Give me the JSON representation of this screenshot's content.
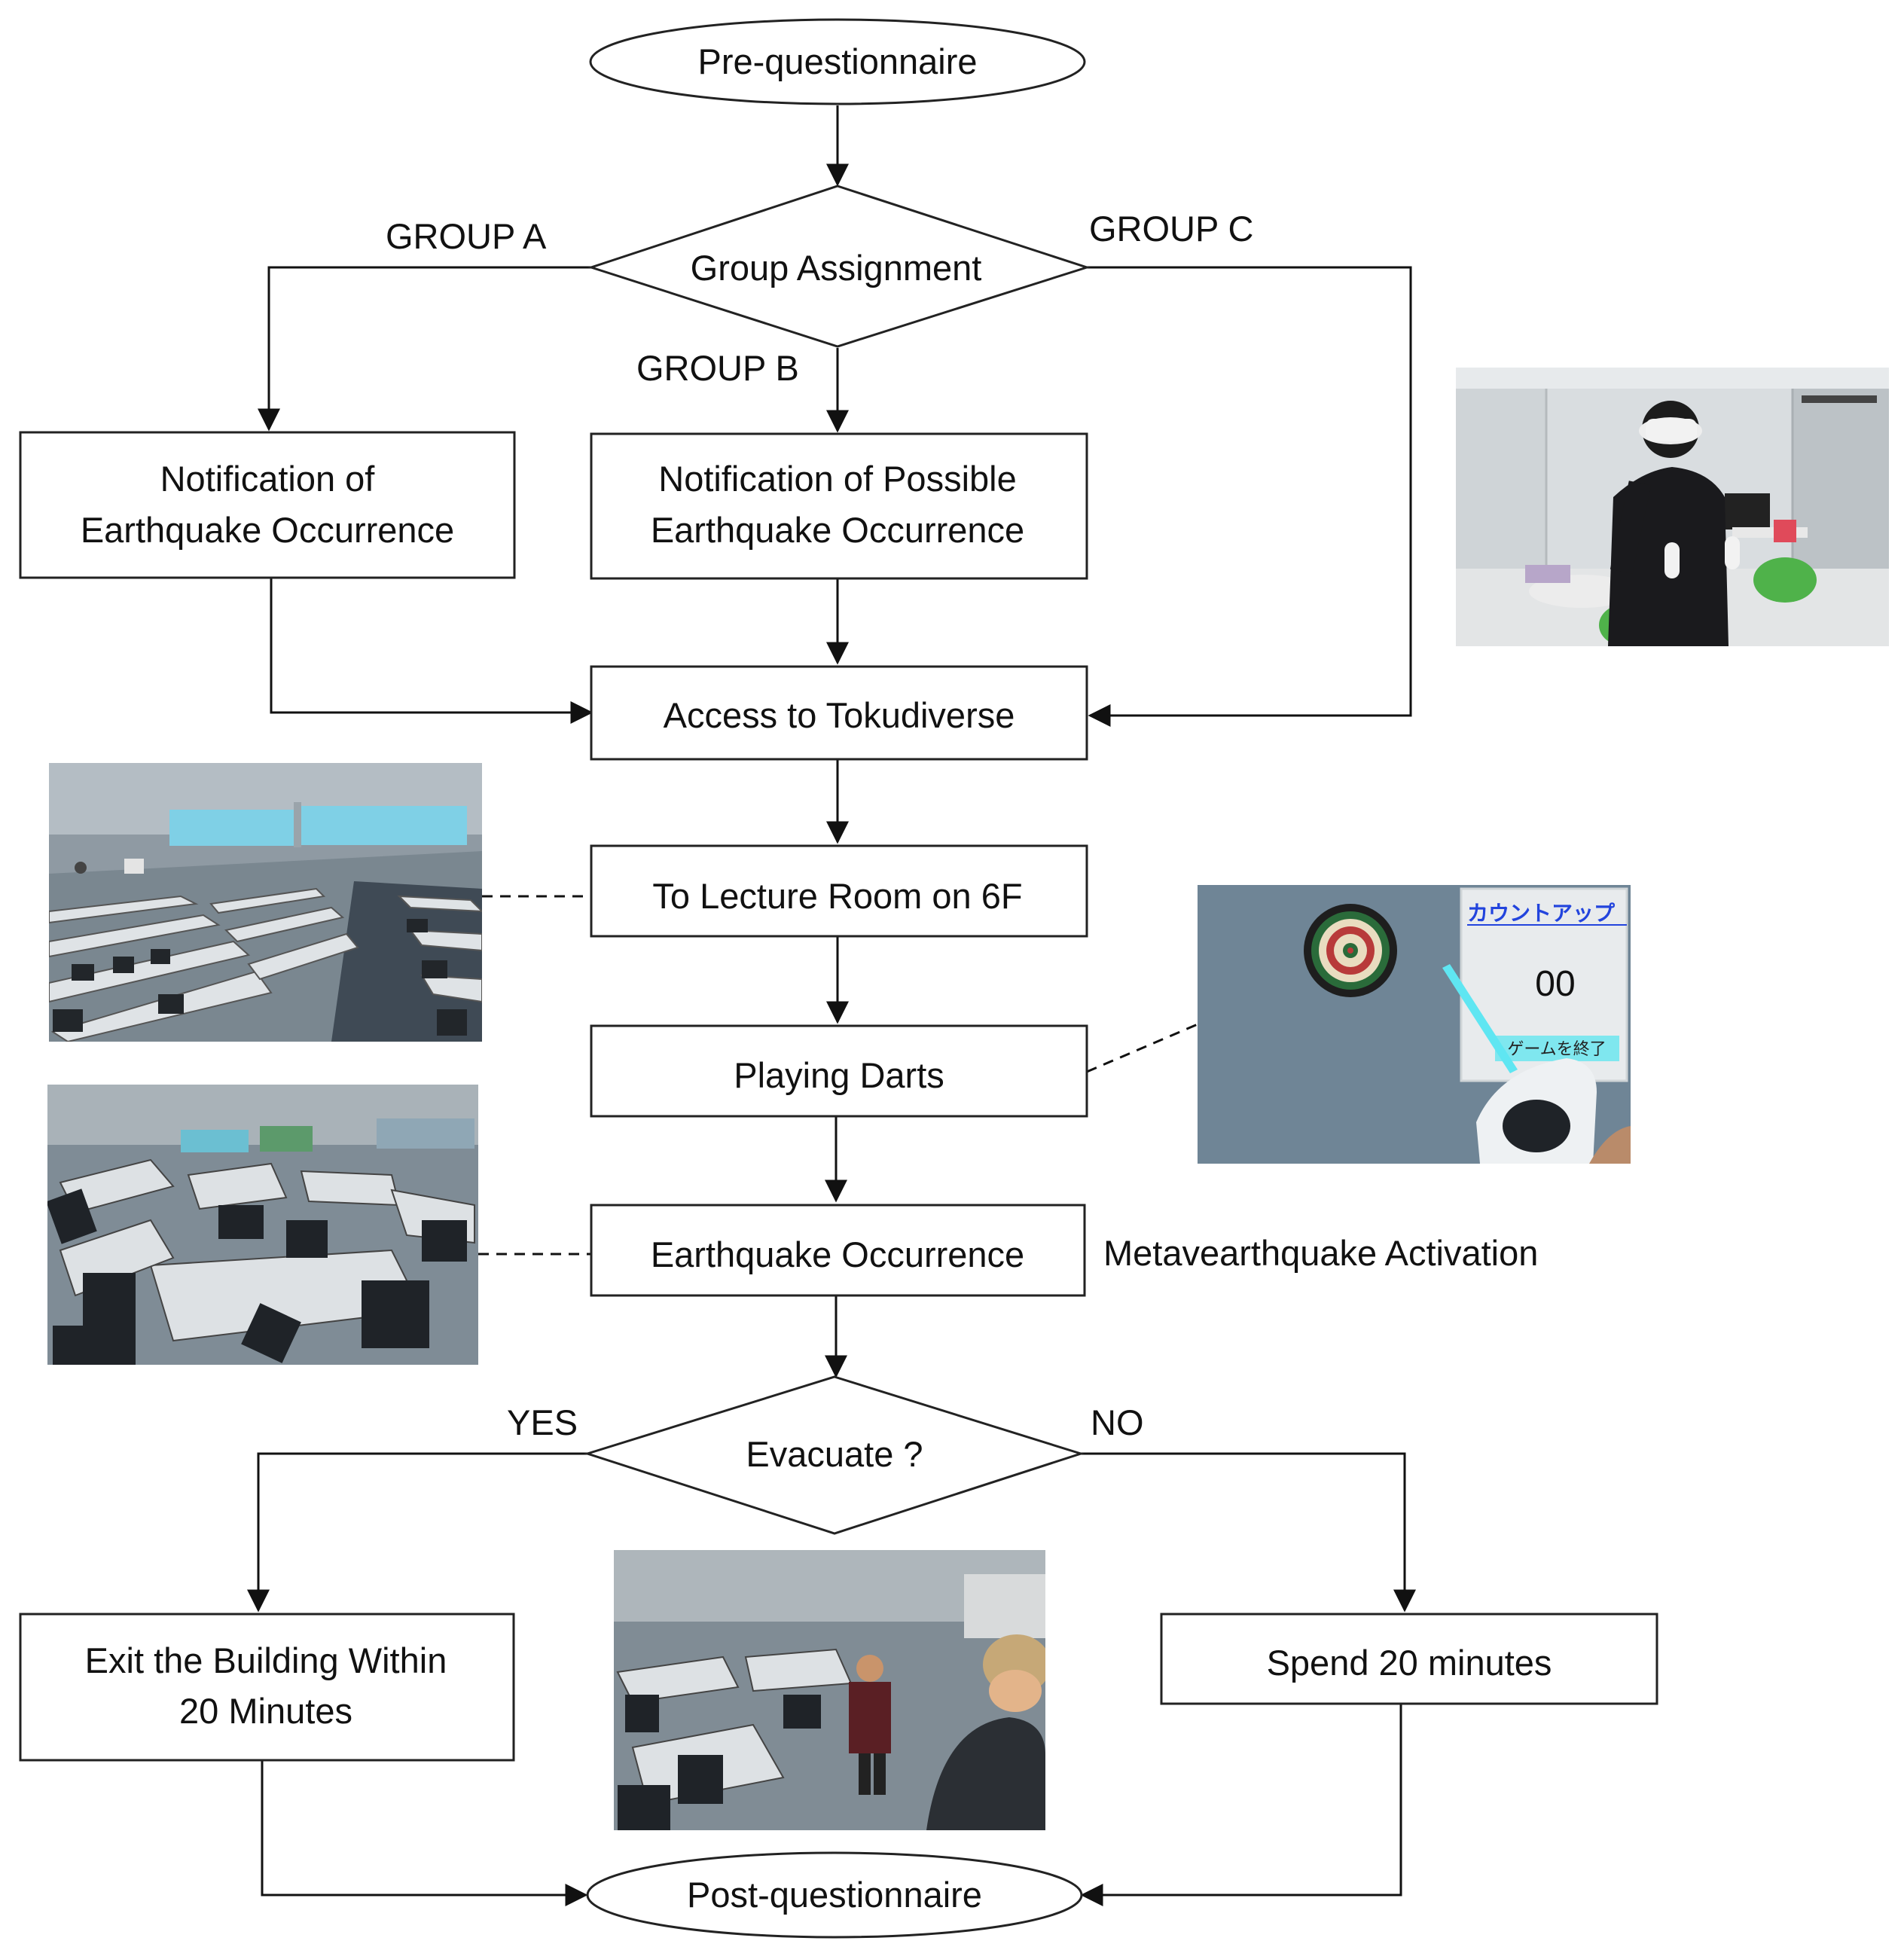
{
  "nodes": {
    "pre_questionnaire": "Pre-questionnaire",
    "group_assignment": "Group Assignment",
    "notify_occurrence": [
      "Notification of",
      "Earthquake Occurrence"
    ],
    "notify_possible": [
      "Notification of Possible",
      "Earthquake Occurrence"
    ],
    "access": "Access to Tokudiverse",
    "lecture_room": "To Lecture Room on 6F",
    "playing_darts": "Playing Darts",
    "earthquake": "Earthquake Occurrence",
    "evacuate": "Evacuate ?",
    "exit_building": [
      "Exit the Building Within",
      "20 Minutes"
    ],
    "spend": "Spend 20 minutes",
    "post_questionnaire": "Post-questionnaire"
  },
  "labels": {
    "group_a": "GROUP A",
    "group_b": "GROUP B",
    "group_c": "GROUP C",
    "yes": "YES",
    "no": "NO",
    "activation": "Metavearthquake Activation"
  },
  "darts_screen": {
    "title": "カウントアップ",
    "score": "00",
    "button": "ゲームを終了"
  },
  "photos": {
    "vr_user": "vr-user-photo",
    "lecture_room": "lecture-room-screenshot",
    "darts": "darts-screenshot",
    "collapsed_room": "collapsed-room-screenshot",
    "evacuation": "evacuation-screenshot"
  }
}
